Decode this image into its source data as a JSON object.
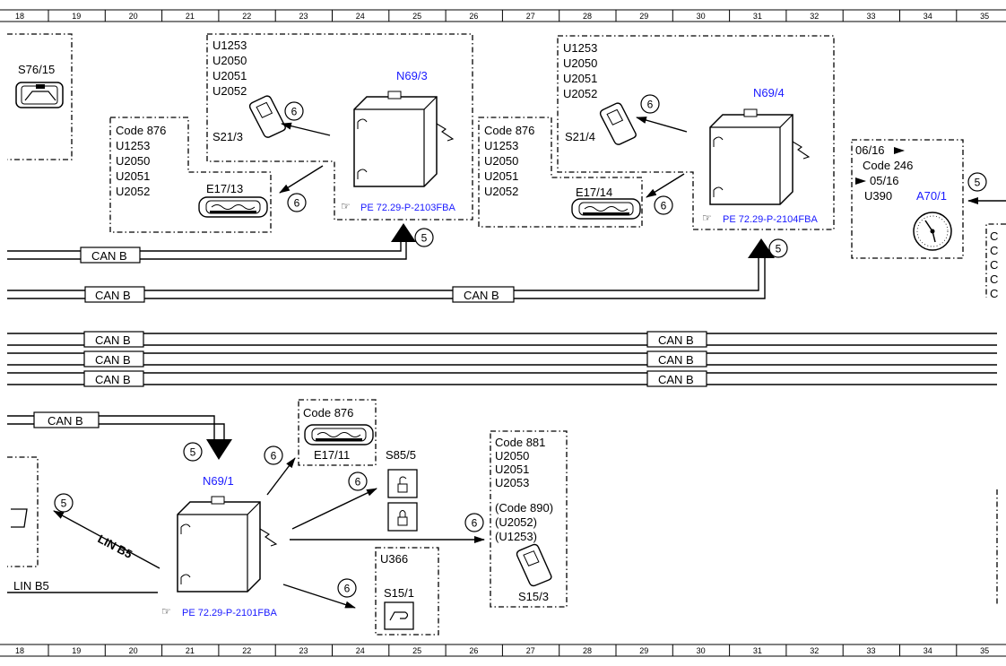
{
  "ruler": {
    "numbers": [
      "18",
      "19",
      "20",
      "21",
      "22",
      "23",
      "24",
      "25",
      "26",
      "27",
      "28",
      "29",
      "30",
      "31",
      "32",
      "33",
      "34",
      "35"
    ]
  },
  "components": {
    "s76_15": "S76/15",
    "s21_3": "S21/3",
    "s21_4": "S21/4",
    "n69_3": "N69/3",
    "n69_4": "N69/4",
    "n69_1": "N69/1",
    "e17_13": "E17/13",
    "e17_14": "E17/14",
    "e17_11": "E17/11",
    "a70_1": "A70/1",
    "s85_5": "S85/5",
    "s15_1": "S15/1",
    "s15_3": "S15/3"
  },
  "codes": {
    "box_s21_3": [
      "U1253",
      "U2050",
      "U2051",
      "U2052"
    ],
    "box_e17_13": [
      "Code 876",
      "U1253",
      "U2050",
      "U2051",
      "U2052"
    ],
    "box_s21_4": [
      "U1253",
      "U2050",
      "U2051",
      "U2052"
    ],
    "box_e17_14": [
      "Code 876",
      "U1253",
      "U2050",
      "U2051",
      "U2052"
    ],
    "box_a70": {
      "line1": "06/16",
      "line2": "Code 246",
      "line3": "05/16",
      "line4": "U390"
    },
    "box_e17_11": "Code 876",
    "box_s15_1": "U366",
    "box_s15_3": [
      "Code 881",
      "U2050",
      "U2051",
      "U2053",
      "(Code 890)",
      "(U2052)",
      "(U1253)"
    ],
    "cut_right": [
      "C",
      "C",
      "C",
      "C",
      "C"
    ]
  },
  "refs": {
    "r1": "PE 72.29-P-2103FBA",
    "r2": "PE 72.29-P-2104FBA",
    "r3": "PE 72.29-P-2101FBA"
  },
  "buses": {
    "can": "CAN B",
    "lin": "LIN B5"
  },
  "circles": {
    "five": "5",
    "six": "6"
  }
}
